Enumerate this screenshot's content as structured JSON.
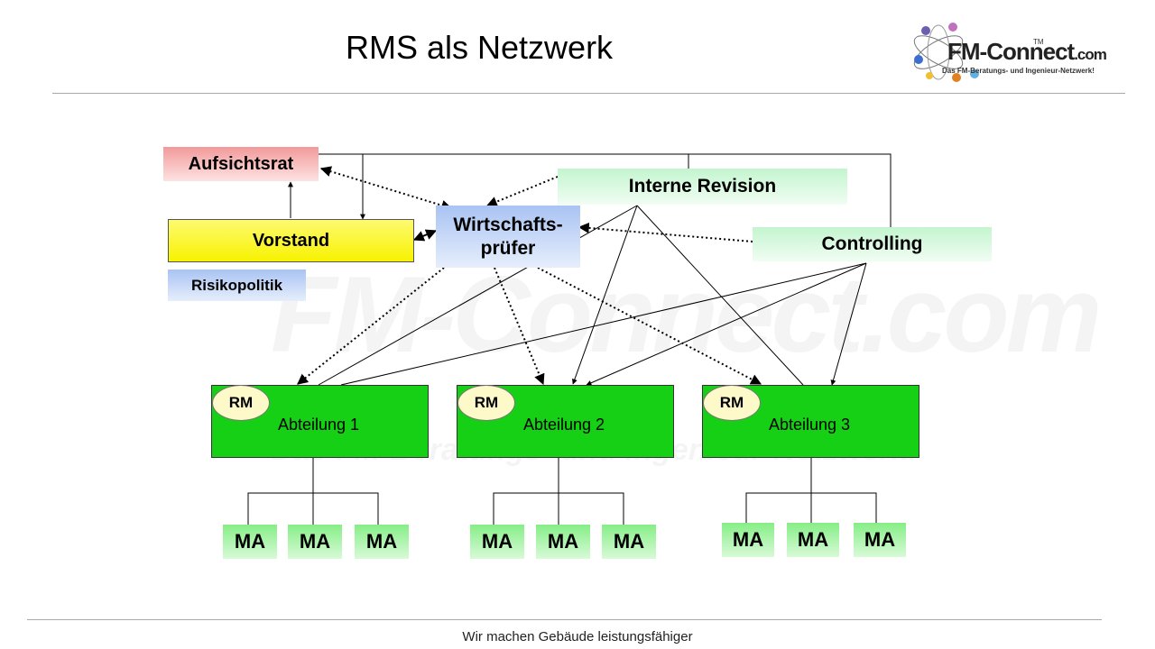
{
  "slide": {
    "title": "RMS als Netzwerk",
    "footer": "Wir machen Gebäude leistungsfähiger"
  },
  "logo": {
    "brand_fm": "FM-",
    "brand_connect": "Connect",
    "brand_tld": ".com",
    "trademark": "TM",
    "tagline": "Das FM-Beratungs- und Ingenieur-Netzwerk!"
  },
  "org": {
    "aufsichtsrat": "Aufsichtsrat",
    "vorstand": "Vorstand",
    "risikopolitik": "Risikopolitik",
    "wp_line1": "Wirtschafts-",
    "wp_line2": "prüfer",
    "revision": "Interne Revision",
    "controlling": "Controlling"
  },
  "departments": [
    {
      "rm": "RM",
      "label": "Abteilung  1",
      "staff": [
        "MA",
        "MA",
        "MA"
      ]
    },
    {
      "rm": "RM",
      "label": "Abteilung  2",
      "staff": [
        "MA",
        "MA",
        "MA"
      ]
    },
    {
      "rm": "RM",
      "label": "Abteilung  3",
      "staff": [
        "MA",
        "MA",
        "MA"
      ]
    }
  ],
  "colors": {
    "department": "#15d015",
    "rm_bubble": "#fdf9c8",
    "vorstand": "#f8f200",
    "aufsichtsrat": "#f29a9a",
    "wirtschaftspruefer": "#a9c3f3",
    "staff": "#86ee86"
  }
}
